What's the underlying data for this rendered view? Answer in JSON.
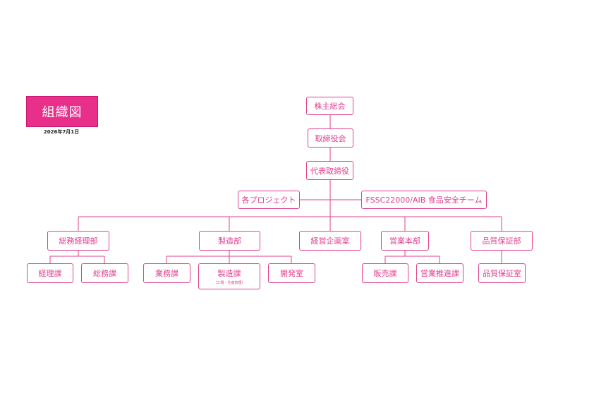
{
  "title": "組織図",
  "date": "2026年7月1日",
  "nodes": {
    "shareholders": "株主総会",
    "board": "取締役会",
    "ceo": "代表取締役",
    "projects": "各プロジェクト",
    "fssc_team": "FSSC22000/AIB 食品安全チーム",
    "general_affairs_dept": "総務経理部",
    "manufacturing_dept": "製造部",
    "planning_office": "経営企画室",
    "sales_hq": "営業本部",
    "qa_dept": "品質保証部",
    "accounting_sec": "経理課",
    "general_sec": "総務課",
    "business_sec": "業務課",
    "manufacturing_sec": "製造課",
    "manufacturing_sec_note": "（工場・生産管理）",
    "development_office": "開発室",
    "sales_sec": "販売課",
    "sales_promo_sec": "営業推進課",
    "qa_office": "品質保証室"
  },
  "colors": {
    "accent": "#e8308a",
    "line": "#e0408f"
  }
}
